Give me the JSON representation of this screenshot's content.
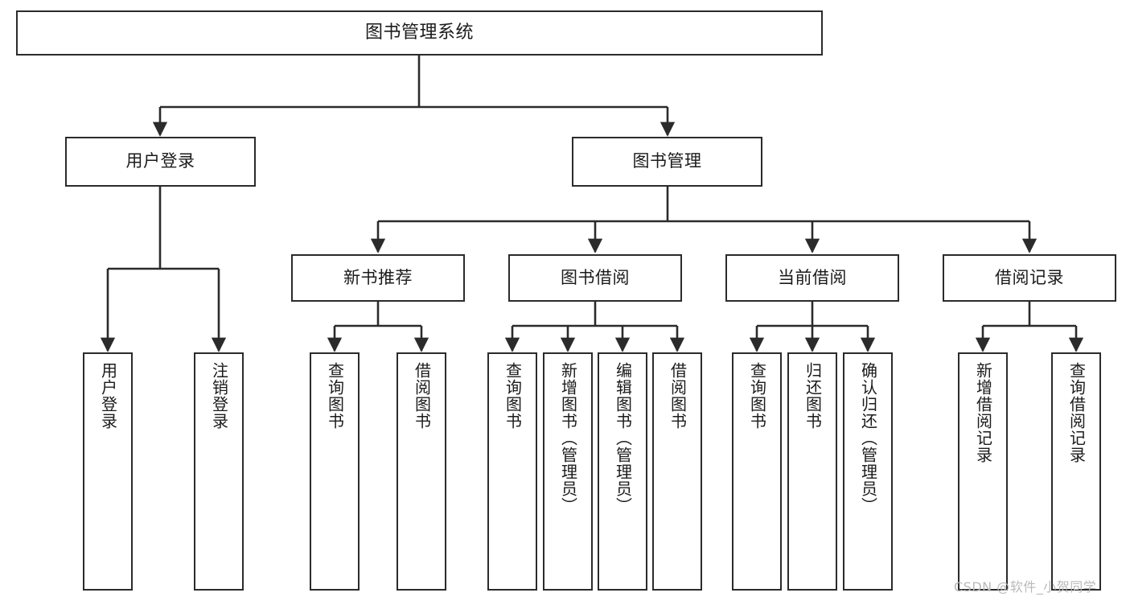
{
  "diagram": {
    "title": "图书管理系统",
    "type": "tree-hierarchy",
    "orientation": "top-down",
    "colors": {
      "stroke": "#2b2b2b",
      "fill": "#ffffff",
      "text": "#1b1b1b",
      "watermark": "#b9b9b9",
      "background": "#ffffff"
    }
  },
  "nodes": {
    "root": {
      "label": "图书管理系统"
    },
    "level2": [
      {
        "id": "user-login",
        "label": "用户登录"
      },
      {
        "id": "book-manage",
        "label": "图书管理"
      }
    ],
    "level3": [
      {
        "id": "new-book-recommend",
        "label": "新书推荐"
      },
      {
        "id": "book-borrow",
        "label": "图书借阅"
      },
      {
        "id": "current-borrow",
        "label": "当前借阅"
      },
      {
        "id": "borrow-record",
        "label": "借阅记录"
      }
    ],
    "leaves": {
      "user-login": [
        {
          "id": "leaf-user-login",
          "label": "用户登录"
        },
        {
          "id": "leaf-user-logout",
          "label": "注销登录"
        }
      ],
      "new-book-recommend": [
        {
          "id": "leaf-query-book-1",
          "label": "查询图书"
        },
        {
          "id": "leaf-borrow-book-1",
          "label": "借阅图书"
        }
      ],
      "book-borrow": [
        {
          "id": "leaf-query-book-2",
          "label": "查询图书"
        },
        {
          "id": "leaf-add-book",
          "label": "新增图书（管理员）"
        },
        {
          "id": "leaf-edit-book",
          "label": "编辑图书（管理员）"
        },
        {
          "id": "leaf-borrow-book-2",
          "label": "借阅图书"
        }
      ],
      "current-borrow": [
        {
          "id": "leaf-query-book-3",
          "label": "查询图书"
        },
        {
          "id": "leaf-return-book",
          "label": "归还图书"
        },
        {
          "id": "leaf-confirm-return",
          "label": "确认归还（管理员）"
        }
      ],
      "borrow-record": [
        {
          "id": "leaf-add-record",
          "label": "新增借阅记录"
        },
        {
          "id": "leaf-query-record",
          "label": "查询借阅记录"
        }
      ]
    }
  },
  "watermark": {
    "text": "CSDN @软件_小贺同学"
  }
}
